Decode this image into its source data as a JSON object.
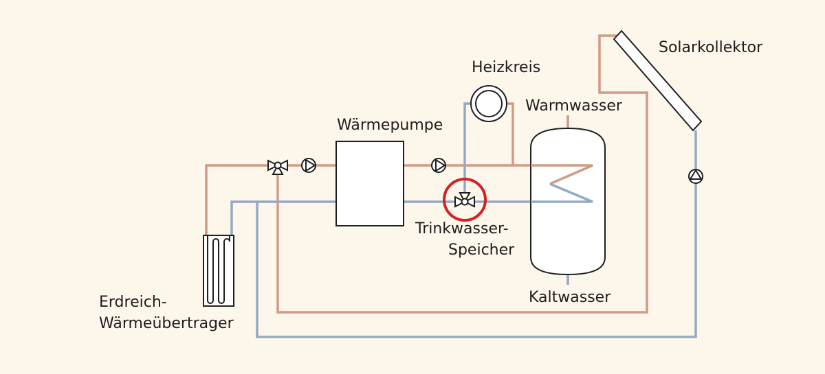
{
  "diagram": {
    "colors": {
      "background": "#fdf6ea",
      "warm_pipe": "#d29a85",
      "cold_pipe": "#94a9c4",
      "outline": "#1e1e1e",
      "fill": "#ffffff",
      "highlight": "#d62024"
    },
    "labels": {
      "solar_collector": "Solarkollektor",
      "heating_circuit": "Heizkreis",
      "hot_water": "Warmwasser",
      "heat_pump": "Wärmepumpe",
      "storage_line1": "Trinkwasser-",
      "storage_line2": "Speicher",
      "cold_water": "Kaltwasser",
      "ground_line1": "Erdreich-",
      "ground_line2": "Wärmeübertrager"
    },
    "components": [
      {
        "id": "ground-heat-exchanger",
        "name": "Erdreich-Wärmeübertrager"
      },
      {
        "id": "three-way-valve-left",
        "name": "3-way valve"
      },
      {
        "id": "pump-left",
        "name": "circulation pump"
      },
      {
        "id": "heat-pump",
        "name": "Wärmepumpe"
      },
      {
        "id": "pump-middle",
        "name": "circulation pump"
      },
      {
        "id": "heating-circuit",
        "name": "Heizkreis"
      },
      {
        "id": "three-way-valve-highlighted",
        "name": "3-way valve",
        "highlighted": true
      },
      {
        "id": "storage-tank",
        "name": "Trinkwasser-Speicher"
      },
      {
        "id": "solar-collector",
        "name": "Solarkollektor"
      },
      {
        "id": "pump-solar",
        "name": "solar circuit pump"
      }
    ]
  }
}
